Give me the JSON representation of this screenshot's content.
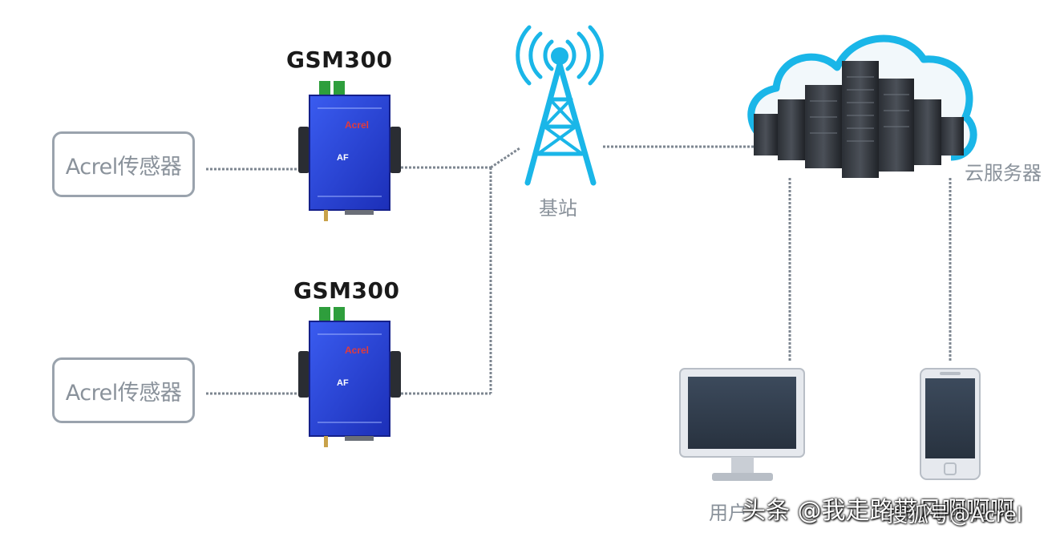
{
  "sensors": [
    {
      "label": "Acrel传感器"
    },
    {
      "label": "Acrel传感器"
    }
  ],
  "gateways": [
    {
      "label": "GSM300",
      "brand": "Acrel",
      "model": "AF"
    },
    {
      "label": "GSM300",
      "brand": "Acrel",
      "model": "AF"
    }
  ],
  "base_station": {
    "label": "基站"
  },
  "cloud": {
    "label": "云服务器"
  },
  "user_terminal": {
    "label": "用户"
  },
  "watermark": {
    "text": "头条 @我走路带风啊啊啊"
  },
  "watermark2": {
    "text": "搜狐号@Acrel"
  },
  "colors": {
    "accent": "#1ab6e8",
    "device_blue": "#2a3ed6",
    "line": "#7d8690",
    "box_border": "#9aa3ad"
  }
}
